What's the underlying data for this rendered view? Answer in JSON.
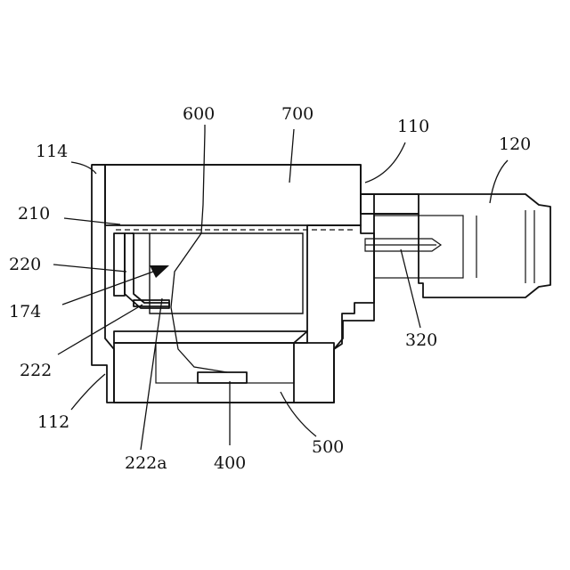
{
  "figure": {
    "labels": {
      "l600": "600",
      "l700": "700",
      "l110": "110",
      "l120": "120",
      "l114": "114",
      "l210": "210",
      "l220": "220",
      "l174": "174",
      "l222": "222",
      "l112": "112",
      "l222a": "222a",
      "l400": "400",
      "l500": "500",
      "l320": "320"
    }
  }
}
